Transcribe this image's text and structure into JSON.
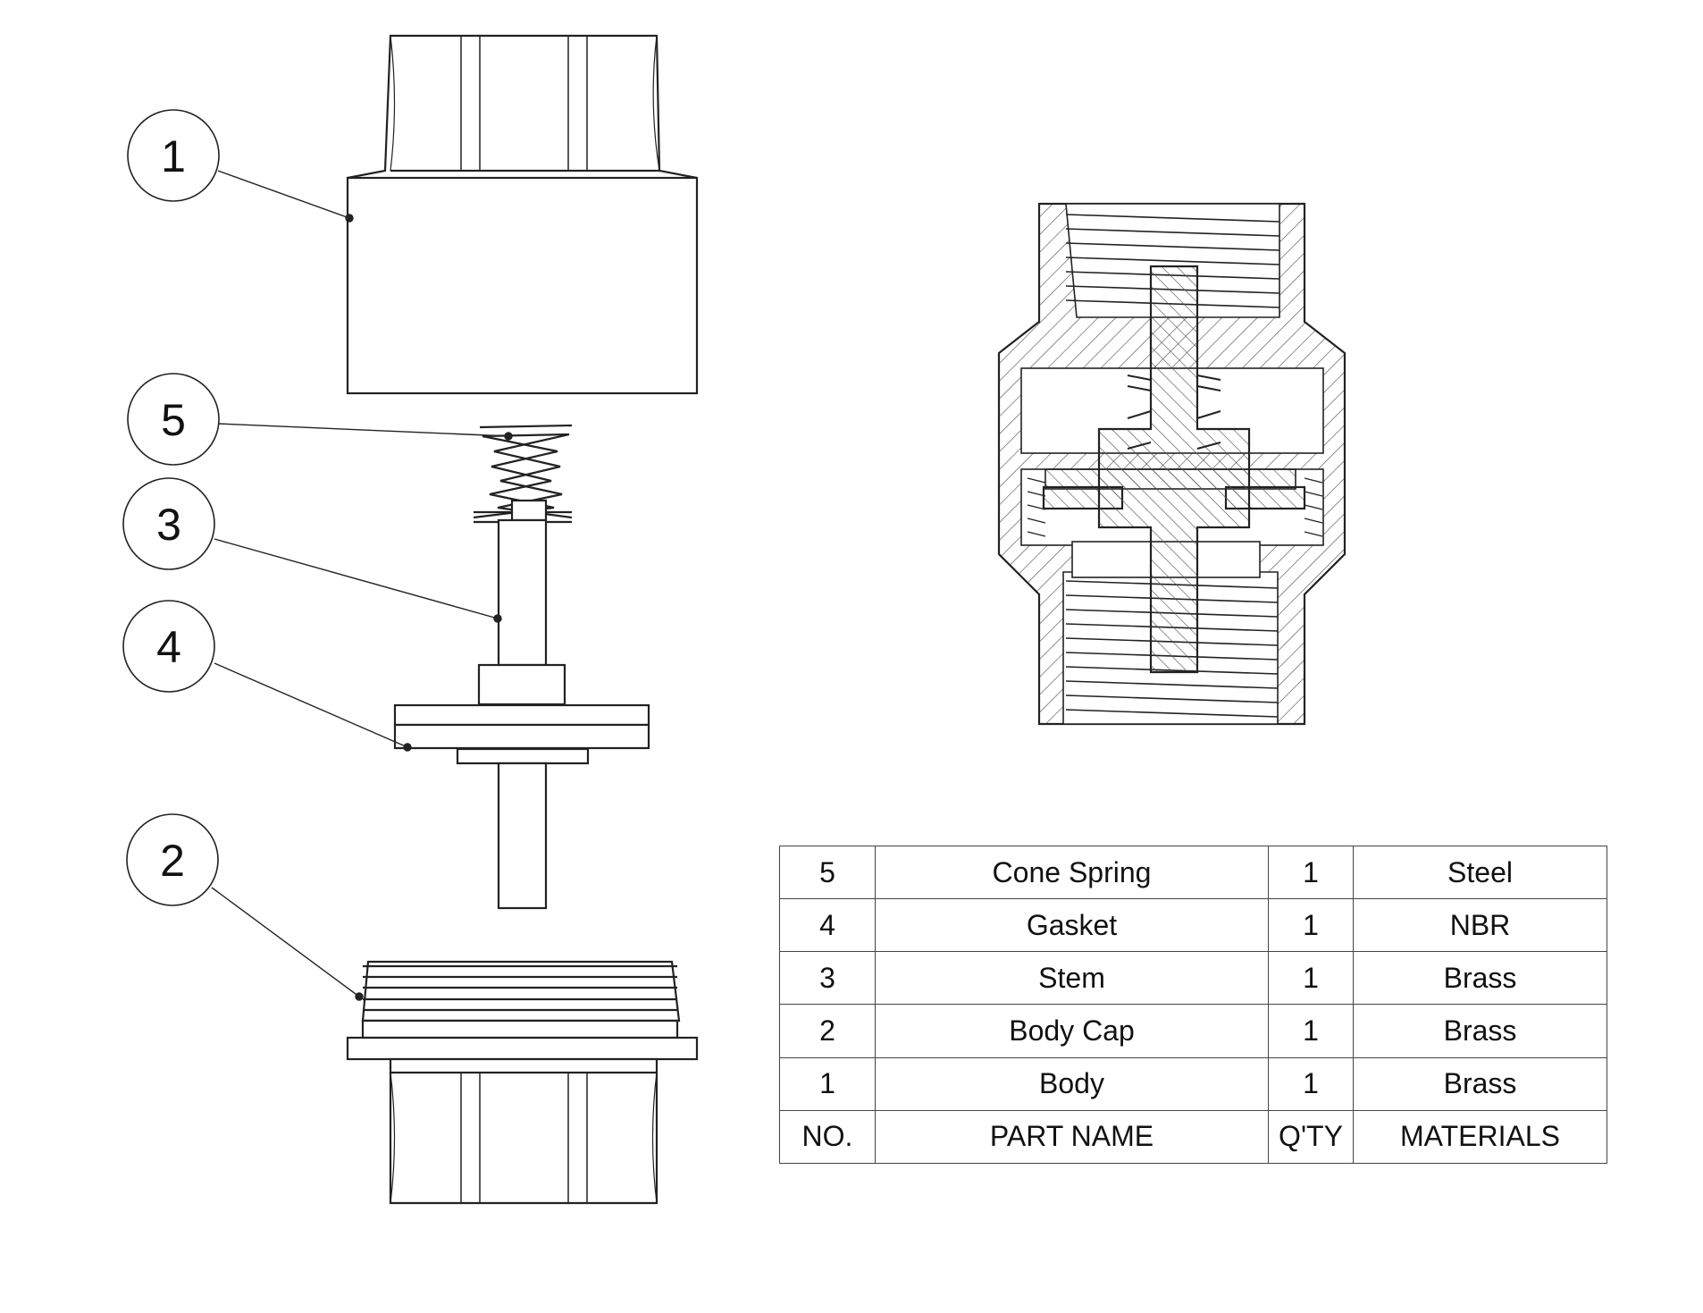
{
  "balloons": [
    {
      "id": "1",
      "label": "1"
    },
    {
      "id": "5",
      "label": "5"
    },
    {
      "id": "3",
      "label": "3"
    },
    {
      "id": "4",
      "label": "4"
    },
    {
      "id": "2",
      "label": "2"
    }
  ],
  "bom": {
    "rows": [
      {
        "no": "5",
        "name": "Cone Spring",
        "qty": "1",
        "material": "Steel"
      },
      {
        "no": "4",
        "name": "Gasket",
        "qty": "1",
        "material": "NBR"
      },
      {
        "no": "3",
        "name": "Stem",
        "qty": "1",
        "material": "Brass"
      },
      {
        "no": "2",
        "name": "Body Cap",
        "qty": "1",
        "material": "Brass"
      },
      {
        "no": "1",
        "name": "Body",
        "qty": "1",
        "material": "Brass"
      }
    ],
    "header": {
      "no": "NO.",
      "name": "PART NAME",
      "qty": "Q'TY",
      "material": "MATERIALS"
    }
  },
  "colors": {
    "line": "#222222",
    "hatch": "#555555"
  }
}
